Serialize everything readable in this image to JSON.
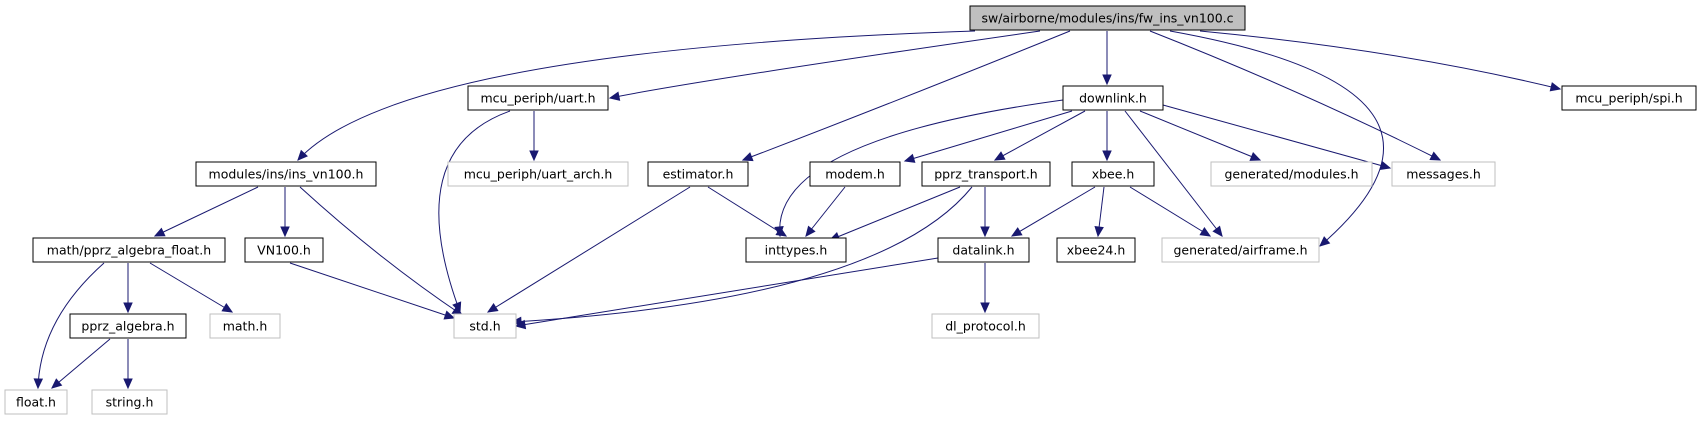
{
  "diagram": {
    "type": "include-dependency-graph",
    "colors": {
      "edge": "#191970",
      "root_fill": "#bfbfbf",
      "documented_border": "#000000",
      "undocumented_border": "#bfbfbf",
      "node_fill": "#ffffff"
    },
    "nodes": [
      {
        "id": "fw_ins_vn100_c",
        "label": "sw/airborne/modules/ins/fw_ins_vn100.c",
        "kind": "root"
      },
      {
        "id": "mcu_periph_uart_h",
        "label": "mcu_periph/uart.h",
        "kind": "documented"
      },
      {
        "id": "downlink_h",
        "label": "downlink.h",
        "kind": "documented"
      },
      {
        "id": "mcu_periph_spi_h",
        "label": "mcu_periph/spi.h",
        "kind": "documented"
      },
      {
        "id": "modules_ins_ins_vn100_h",
        "label": "modules/ins/ins_vn100.h",
        "kind": "documented"
      },
      {
        "id": "mcu_periph_uart_arch_h",
        "label": "mcu_periph/uart_arch.h",
        "kind": "external"
      },
      {
        "id": "estimator_h",
        "label": "estimator.h",
        "kind": "documented"
      },
      {
        "id": "modem_h",
        "label": "modem.h",
        "kind": "documented"
      },
      {
        "id": "pprz_transport_h",
        "label": "pprz_transport.h",
        "kind": "documented"
      },
      {
        "id": "xbee_h",
        "label": "xbee.h",
        "kind": "documented"
      },
      {
        "id": "generated_modules_h",
        "label": "generated/modules.h",
        "kind": "external"
      },
      {
        "id": "messages_h",
        "label": "messages.h",
        "kind": "external"
      },
      {
        "id": "math_pprz_algebra_float_h",
        "label": "math/pprz_algebra_float.h",
        "kind": "documented"
      },
      {
        "id": "vn100_h",
        "label": "VN100.h",
        "kind": "documented"
      },
      {
        "id": "inttypes_h",
        "label": "inttypes.h",
        "kind": "documented"
      },
      {
        "id": "datalink_h",
        "label": "datalink.h",
        "kind": "documented"
      },
      {
        "id": "xbee24_h",
        "label": "xbee24.h",
        "kind": "documented"
      },
      {
        "id": "generated_airframe_h",
        "label": "generated/airframe.h",
        "kind": "external"
      },
      {
        "id": "pprz_algebra_h",
        "label": "pprz_algebra.h",
        "kind": "documented"
      },
      {
        "id": "math_h",
        "label": "math.h",
        "kind": "external"
      },
      {
        "id": "std_h",
        "label": "std.h",
        "kind": "external"
      },
      {
        "id": "dl_protocol_h",
        "label": "dl_protocol.h",
        "kind": "external"
      },
      {
        "id": "float_h",
        "label": "float.h",
        "kind": "external"
      },
      {
        "id": "string_h",
        "label": "string.h",
        "kind": "external"
      }
    ],
    "edges": [
      {
        "from": "fw_ins_vn100_c",
        "to": "modules_ins_ins_vn100_h"
      },
      {
        "from": "fw_ins_vn100_c",
        "to": "mcu_periph_uart_h"
      },
      {
        "from": "fw_ins_vn100_c",
        "to": "estimator_h"
      },
      {
        "from": "fw_ins_vn100_c",
        "to": "downlink_h"
      },
      {
        "from": "fw_ins_vn100_c",
        "to": "messages_h"
      },
      {
        "from": "fw_ins_vn100_c",
        "to": "generated_airframe_h"
      },
      {
        "from": "fw_ins_vn100_c",
        "to": "mcu_periph_spi_h"
      },
      {
        "from": "mcu_periph_uart_h",
        "to": "std_h"
      },
      {
        "from": "mcu_periph_uart_h",
        "to": "mcu_periph_uart_arch_h"
      },
      {
        "from": "modules_ins_ins_vn100_h",
        "to": "math_pprz_algebra_float_h"
      },
      {
        "from": "modules_ins_ins_vn100_h",
        "to": "vn100_h"
      },
      {
        "from": "modules_ins_ins_vn100_h",
        "to": "std_h"
      },
      {
        "from": "math_pprz_algebra_float_h",
        "to": "float_h"
      },
      {
        "from": "math_pprz_algebra_float_h",
        "to": "pprz_algebra_h"
      },
      {
        "from": "math_pprz_algebra_float_h",
        "to": "math_h"
      },
      {
        "from": "pprz_algebra_h",
        "to": "float_h"
      },
      {
        "from": "pprz_algebra_h",
        "to": "string_h"
      },
      {
        "from": "vn100_h",
        "to": "std_h"
      },
      {
        "from": "estimator_h",
        "to": "inttypes_h"
      },
      {
        "from": "estimator_h",
        "to": "std_h"
      },
      {
        "from": "downlink_h",
        "to": "inttypes_h"
      },
      {
        "from": "downlink_h",
        "to": "modem_h"
      },
      {
        "from": "downlink_h",
        "to": "pprz_transport_h"
      },
      {
        "from": "downlink_h",
        "to": "xbee_h"
      },
      {
        "from": "downlink_h",
        "to": "generated_airframe_h"
      },
      {
        "from": "downlink_h",
        "to": "generated_modules_h"
      },
      {
        "from": "downlink_h",
        "to": "messages_h"
      },
      {
        "from": "modem_h",
        "to": "inttypes_h"
      },
      {
        "from": "pprz_transport_h",
        "to": "inttypes_h"
      },
      {
        "from": "pprz_transport_h",
        "to": "datalink_h"
      },
      {
        "from": "pprz_transport_h",
        "to": "std_h"
      },
      {
        "from": "xbee_h",
        "to": "datalink_h"
      },
      {
        "from": "xbee_h",
        "to": "xbee24_h"
      },
      {
        "from": "xbee_h",
        "to": "generated_airframe_h"
      },
      {
        "from": "datalink_h",
        "to": "std_h"
      },
      {
        "from": "datalink_h",
        "to": "dl_protocol_h"
      }
    ]
  }
}
